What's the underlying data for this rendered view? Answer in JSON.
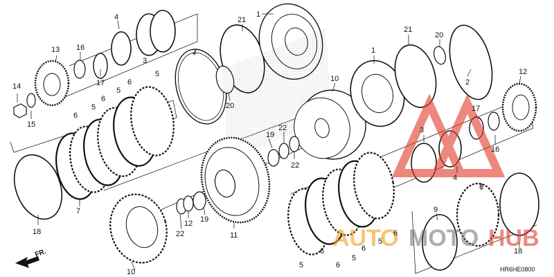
{
  "diagram": {
    "diagram_code": "HR6HE0800",
    "direction_label": "FR.",
    "watermark": {
      "part1": "AUTO",
      "part2": "MOTO",
      "part3": "HUB",
      "color_red": "#e03a2a",
      "color_orange": "#f2a01c",
      "color_gray": "#777777"
    },
    "callouts": [
      "1",
      "2",
      "3",
      "4",
      "5",
      "6",
      "7",
      "8",
      "9",
      "10",
      "11",
      "12",
      "13",
      "14",
      "15",
      "16",
      "17",
      "18",
      "19",
      "20",
      "21",
      "22"
    ]
  }
}
